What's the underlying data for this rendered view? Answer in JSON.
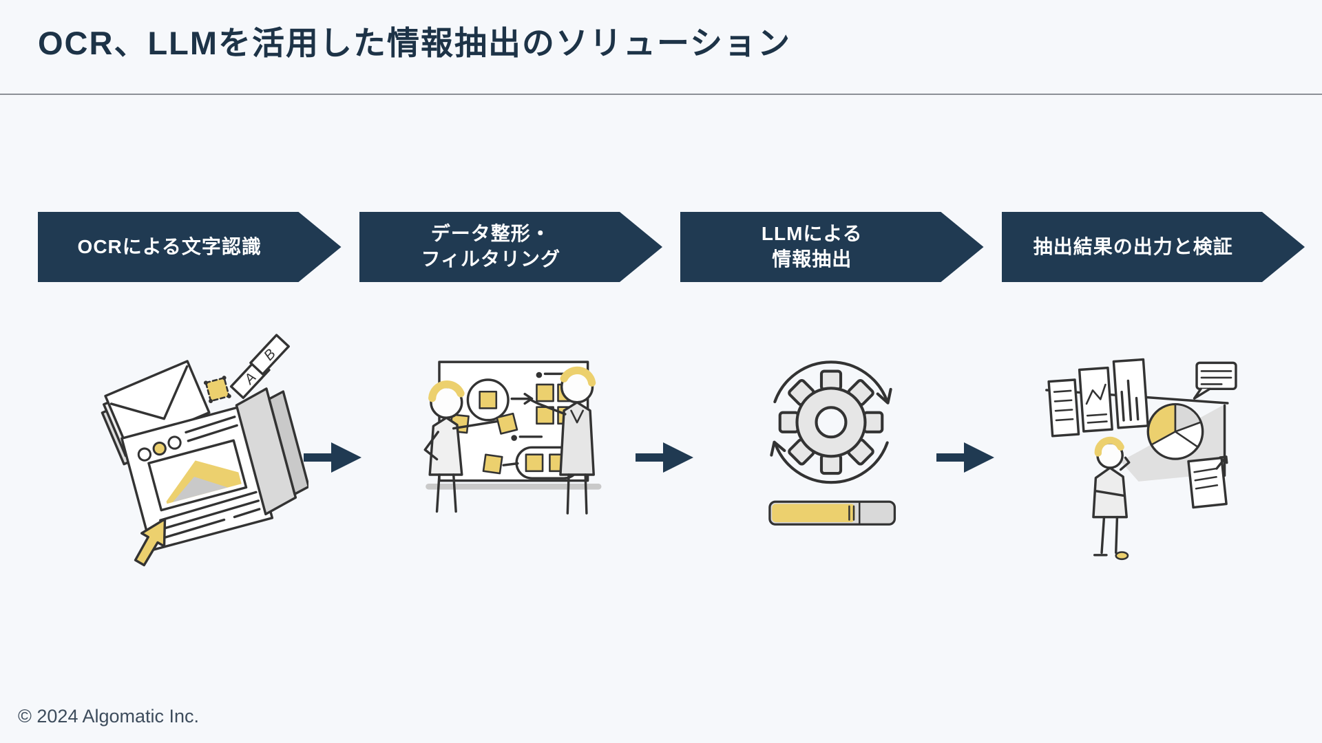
{
  "slide": {
    "title": "OCR、LLMを活用した情報抽出のソリューション",
    "footer_copyright": "© 2024 Algomatic Inc."
  },
  "flow": {
    "connector_icon": "flow-right-arrow-icon",
    "steps": [
      {
        "label_line1": "OCRによる文字認識",
        "label_line2": "",
        "icon": "ocr-documents-illustration"
      },
      {
        "label_line1": "データ整形・",
        "label_line2": "フィルタリング",
        "icon": "sticky-notes-sorting-illustration"
      },
      {
        "label_line1": "LLMによる",
        "label_line2": "情報抽出",
        "icon": "gear-processing-illustration"
      },
      {
        "label_line1": "抽出結果の出力と検証",
        "label_line2": "",
        "icon": "dashboard-review-illustration"
      }
    ]
  },
  "illustrations": {
    "step1": {
      "name": "ocr-documents",
      "tab_labels": [
        "A",
        "B"
      ]
    },
    "step2": {
      "name": "sticky-notes-sorting"
    },
    "step3": {
      "name": "gear-processing"
    },
    "step4": {
      "name": "dashboard-review"
    }
  },
  "colors": {
    "background": "#f6f8fb",
    "chevron_navy": "#203a52",
    "chevron_text": "#ffffff",
    "title_text": "#1d3347",
    "divider_gray": "#8b9096",
    "accent_yellow": "#ecd06e",
    "illustration_gray": "#d9d9d9",
    "line_art": "#333333",
    "footer_text": "#3d4c5c"
  }
}
